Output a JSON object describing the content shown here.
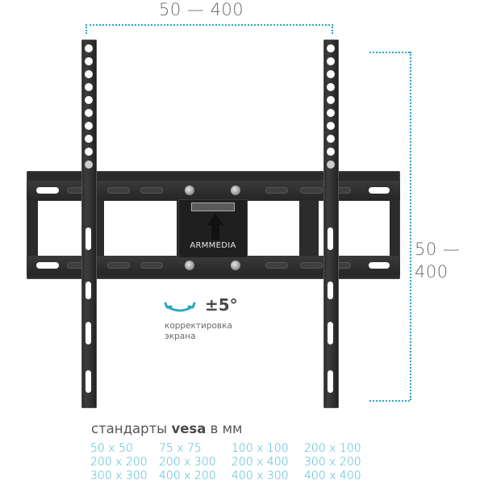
{
  "dimensions": {
    "horizontal_label": "50 — 400",
    "vertical_label_line1": "50 —",
    "vertical_label_line2": "400",
    "dotted_line_color": "#2aa7c0"
  },
  "product": {
    "brand_logo": "ARMMEDIA",
    "icon": "tv-wall-mount-bracket"
  },
  "tilt": {
    "icon": "double-arrow-rotate-icon",
    "value": "±5°",
    "caption_line1": "корректировка",
    "caption_line2": "экрана",
    "accent_color": "#2aa7c0"
  },
  "vesa": {
    "title_prefix": "стандарты",
    "title_bold": "vesa",
    "title_suffix": "в мм",
    "text_color": "#43b6d2",
    "rows": [
      [
        "50 x 50",
        "75 x 75",
        "100 x 100",
        "200 x 100"
      ],
      [
        "200 x 200",
        "200 x 300",
        "200 x 400",
        "300 x 200"
      ],
      [
        "300 x 300",
        "400 x 200",
        "400 x 300",
        "400 x 400"
      ]
    ]
  }
}
